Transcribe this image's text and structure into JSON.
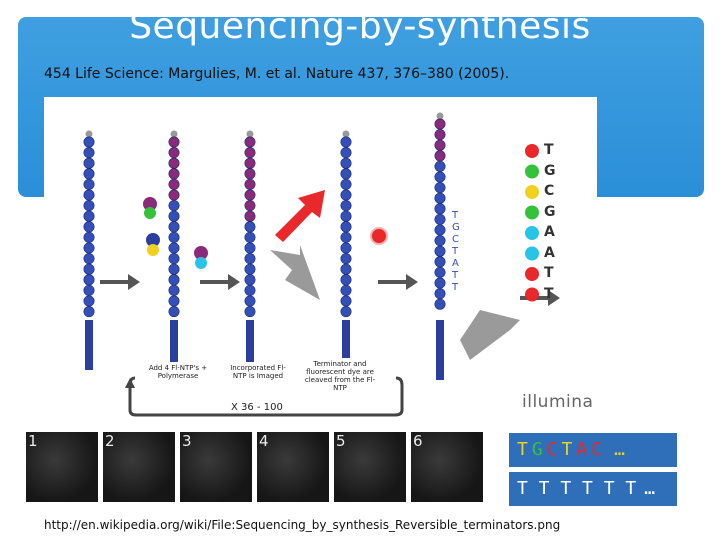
{
  "slide": {
    "title": "Sequencing-by-synthesis",
    "citation": "454 Life Science: Margulies, M. et al. Nature 437, 376–380 (2005).",
    "source_url": "http://en.wikipedia.org/wiki/File:Sequencing_by_synthesis_Reversible_terminators.png"
  },
  "diagram": {
    "step_boxes": [
      "Add 4 Fl-NTP's + Polymerase",
      "Incorporated Fl-NTP is Imaged",
      "Terminator and fluorescent dye are cleaved from the Fl-NTP"
    ],
    "cycle_label": "X 36 - 100",
    "strand_letters": [
      "T",
      "G",
      "C",
      "T",
      "A",
      "T",
      "T"
    ],
    "logo": "illumina"
  },
  "legend": {
    "items": [
      {
        "letter": "T",
        "color": "#e8282a"
      },
      {
        "letter": "G",
        "color": "#33c23a"
      },
      {
        "letter": "C",
        "color": "#f0d21e"
      },
      {
        "letter": "G",
        "color": "#33c23a"
      },
      {
        "letter": "A",
        "color": "#27c4e8"
      },
      {
        "letter": "A",
        "color": "#27c4e8"
      },
      {
        "letter": "T",
        "color": "#e8282a"
      },
      {
        "letter": "T",
        "color": "#e8282a"
      }
    ]
  },
  "tiles": [
    {
      "num": "1"
    },
    {
      "num": "2"
    },
    {
      "num": "3"
    },
    {
      "num": "4"
    },
    {
      "num": "5"
    },
    {
      "num": "6"
    }
  ],
  "sequences": {
    "read1": {
      "letters": [
        {
          "ch": "T",
          "color": "#f0d21e"
        },
        {
          "ch": "G",
          "color": "#33c23a"
        },
        {
          "ch": "C",
          "color": "#e8282a"
        },
        {
          "ch": "T",
          "color": "#f0d21e"
        },
        {
          "ch": "A",
          "color": "#e8282a"
        },
        {
          "ch": "C",
          "color": "#e8282a"
        }
      ],
      "ellipsis": "…"
    },
    "read2": {
      "text": "T T T T T T",
      "ellipsis": "…"
    }
  }
}
